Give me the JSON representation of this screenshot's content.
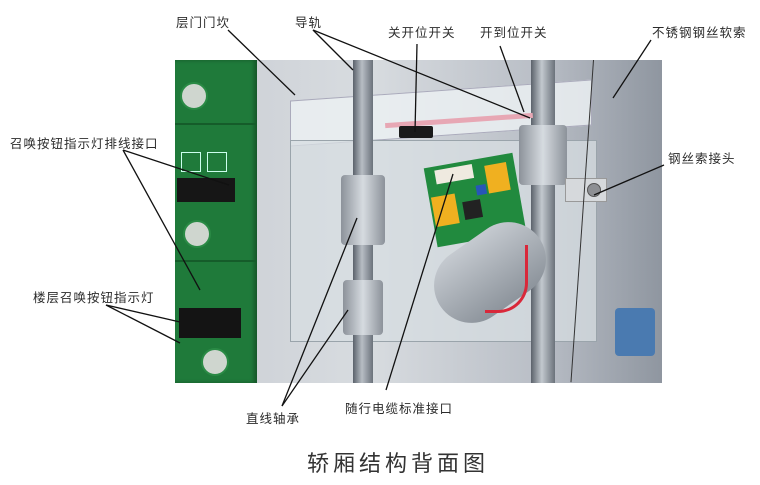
{
  "title": "轿厢结构背面图",
  "labels": {
    "door_sill": "层门门坎",
    "guide_rail": "导轨",
    "close_limit_switch": "关开位开关",
    "open_limit_switch": "开到位开关",
    "stainless_wire_rope": "不锈钢钢丝软索",
    "call_button_ribbon_port": "召唤按钮指示灯排线接口",
    "wire_rope_connector": "钢丝索接头",
    "floor_call_button_light": "楼层召唤按钮指示灯",
    "linear_bearing": "直线轴承",
    "traveling_cable_port": "随行电缆标准接口"
  },
  "colors": {
    "pcb_green": "#1f7a3a",
    "rail_steel": "#8a9099",
    "acrylic": "#dfe3e6",
    "relay_yellow": "#f0b020",
    "wire_red": "#d9283a",
    "leader_line": "#111111"
  }
}
